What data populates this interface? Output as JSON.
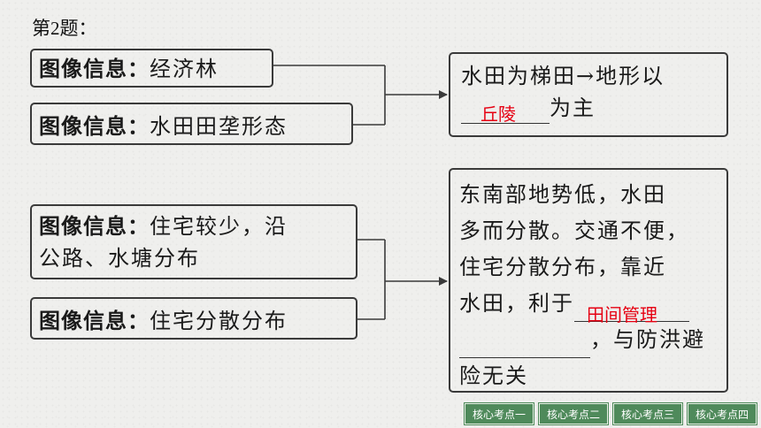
{
  "question_title": "第2题：",
  "label": "图像信息：",
  "left_boxes": [
    {
      "text": "经济林"
    },
    {
      "text": "水田田垄形态"
    },
    {
      "text_line1": "住宅较少，沿",
      "text_line2": "公路、水塘分布"
    },
    {
      "text": "住宅分散分布"
    }
  ],
  "right_box_top": {
    "line1": "水田为梯田→地形以",
    "answer": "丘陵",
    "line2_suffix": "为主"
  },
  "right_box_bottom": {
    "line1": "东南部地势低，水田",
    "line2": "多而分散。交通不便，",
    "line3": "住宅分散分布，靠近",
    "line4_prefix": "水田，利于",
    "answer": "田间管理",
    "line5_suffix": "，与防洪避",
    "line6": "险无关"
  },
  "nav_buttons": [
    "核心考点一",
    "核心考点二",
    "核心考点三",
    "核心考点四"
  ]
}
